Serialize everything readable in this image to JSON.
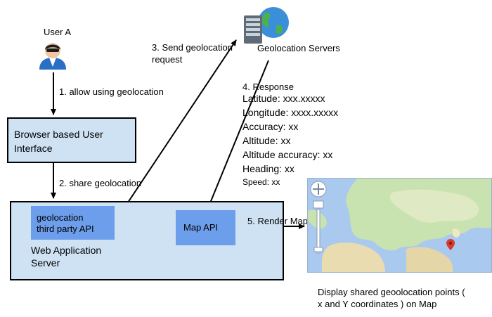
{
  "user": {
    "label": "User A",
    "icon": "user-icon"
  },
  "servers": {
    "label": "Geolocation Servers",
    "icon": "server-globe-icon"
  },
  "browser": {
    "label_line1": "Browser based User",
    "label_line2": "Interface"
  },
  "webapp": {
    "label_line1": "Web Application",
    "label_line2": "Server"
  },
  "api": {
    "label_line1": "geolocation",
    "label_line2": "third party API"
  },
  "map_api": {
    "label": "Map API"
  },
  "steps": {
    "s1": "1. allow using geolocation",
    "s2": "2. share geolocation",
    "s3_line1": "3. Send geolocation",
    "s3_line2": "request",
    "s4": "4. Response",
    "s5": "5. Render Map"
  },
  "response": {
    "latitude": "Latitude: xxx.xxxxx",
    "longitude": "Longitude: xxxx.xxxxx",
    "accuracy": "Accuracy: xx",
    "altitude": "Altitude: xx",
    "altitude_accuracy": "Altitude accuracy: xx",
    "heading": "Heading: xx",
    "speed": "Speed: xx"
  },
  "map": {
    "icon": "world-map-icon",
    "caption_line1": "Display shared geoolocation points (",
    "caption_line2": "x and Y coordinates ) on Map"
  },
  "colors": {
    "box_light": "#cfe2f3",
    "box_dark": "#6d9eeb",
    "arrow": "#000000"
  }
}
